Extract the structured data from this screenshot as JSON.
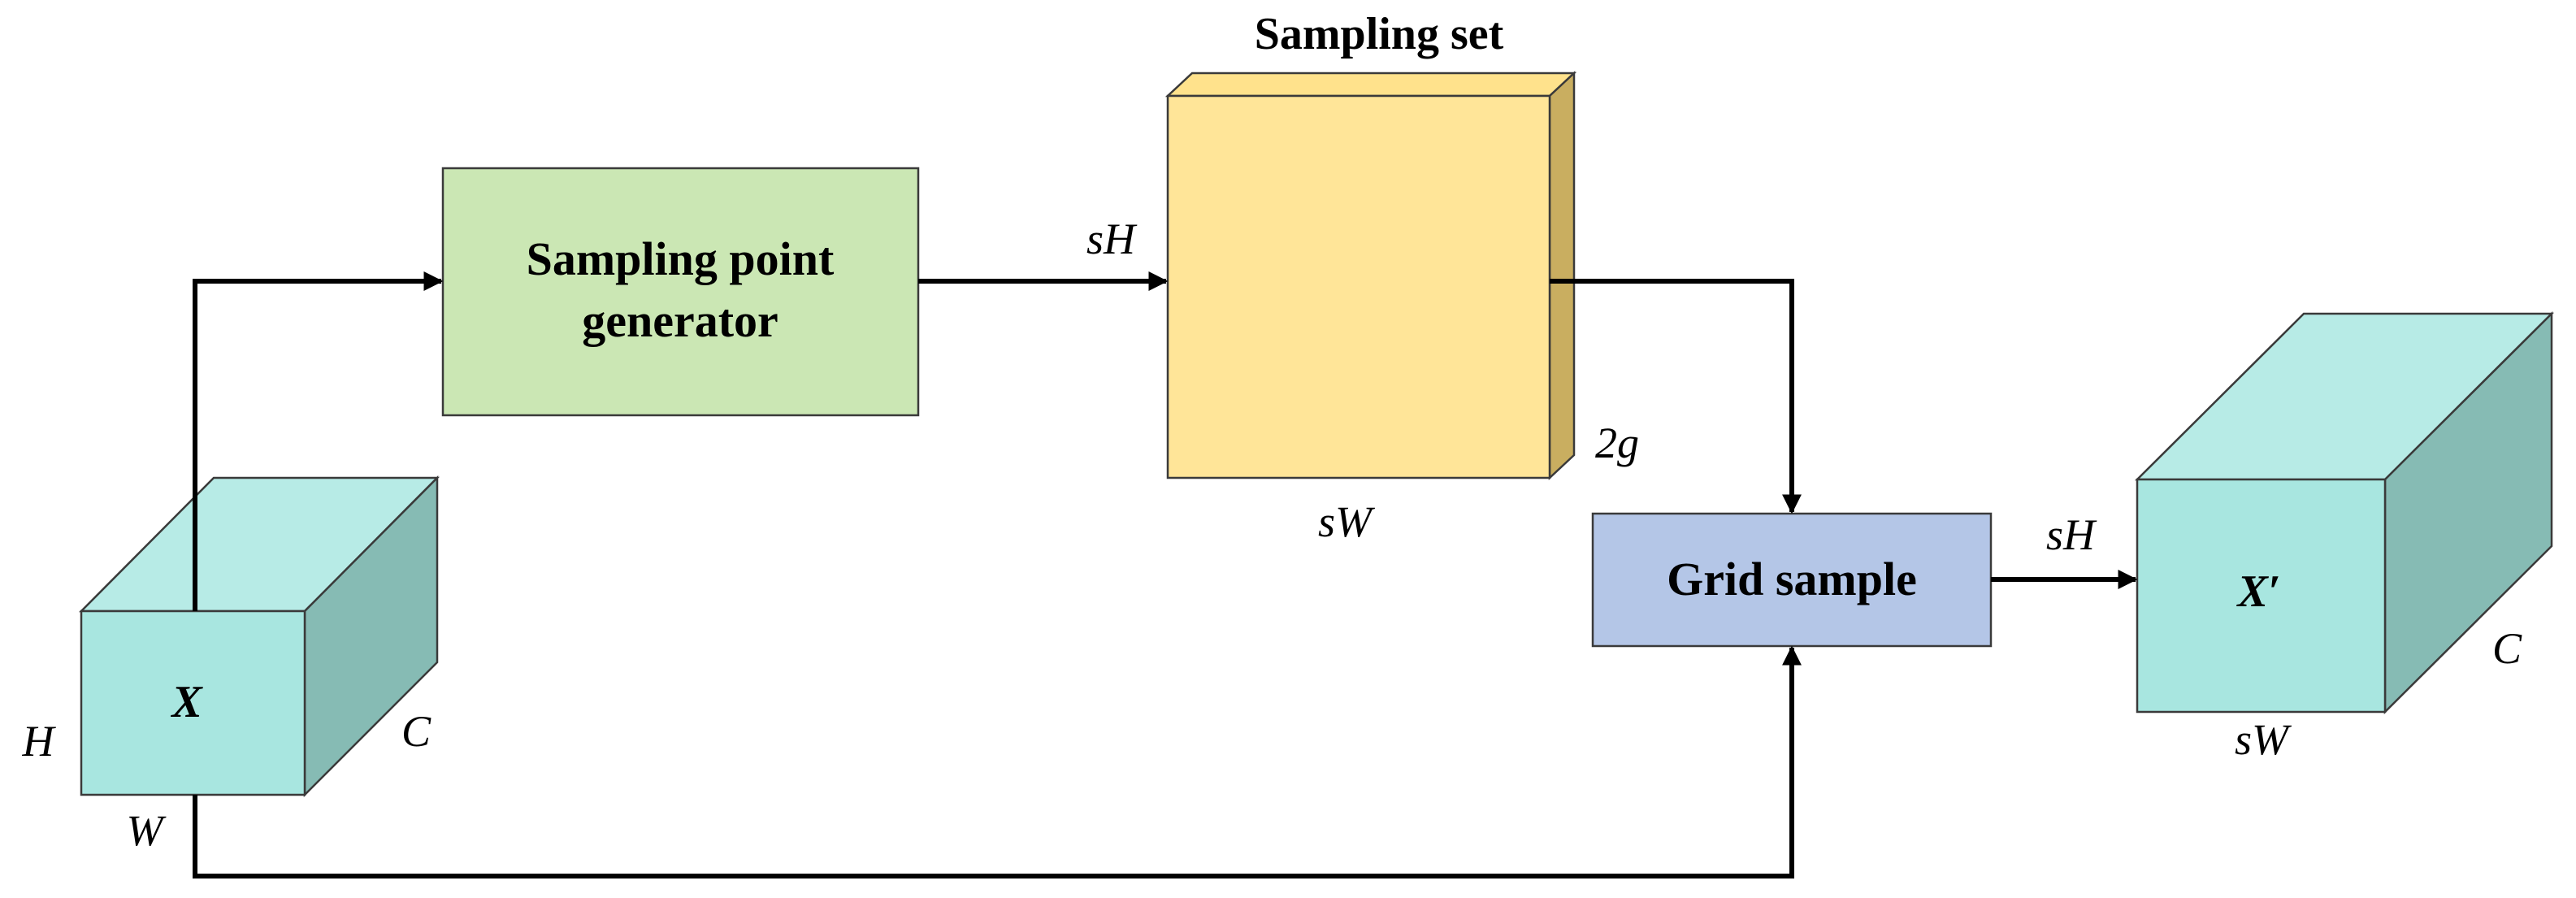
{
  "colors": {
    "cube_front": "#a8e6e0",
    "cube_top": "#b7ebe6",
    "cube_side": "#86bbb4",
    "generator_fill": "#cbe7b4",
    "sampling_front": "#ffe598",
    "sampling_top": "#ffe28c",
    "sampling_side": "#c9ae60",
    "grid_fill": "#b4c6e7"
  },
  "input_tensor": {
    "label": "X",
    "height_label": "H",
    "width_label": "W",
    "channel_label": "C"
  },
  "generator": {
    "line1": "Sampling point",
    "line2": "generator"
  },
  "sampling_set": {
    "title": "Sampling set",
    "height_label": "sH",
    "width_label": "sW",
    "depth_label": "2g"
  },
  "grid_sample": {
    "label": "Grid sample"
  },
  "output_tensor": {
    "label": "X′",
    "height_label": "sH",
    "width_label": "sW",
    "channel_label": "C"
  }
}
